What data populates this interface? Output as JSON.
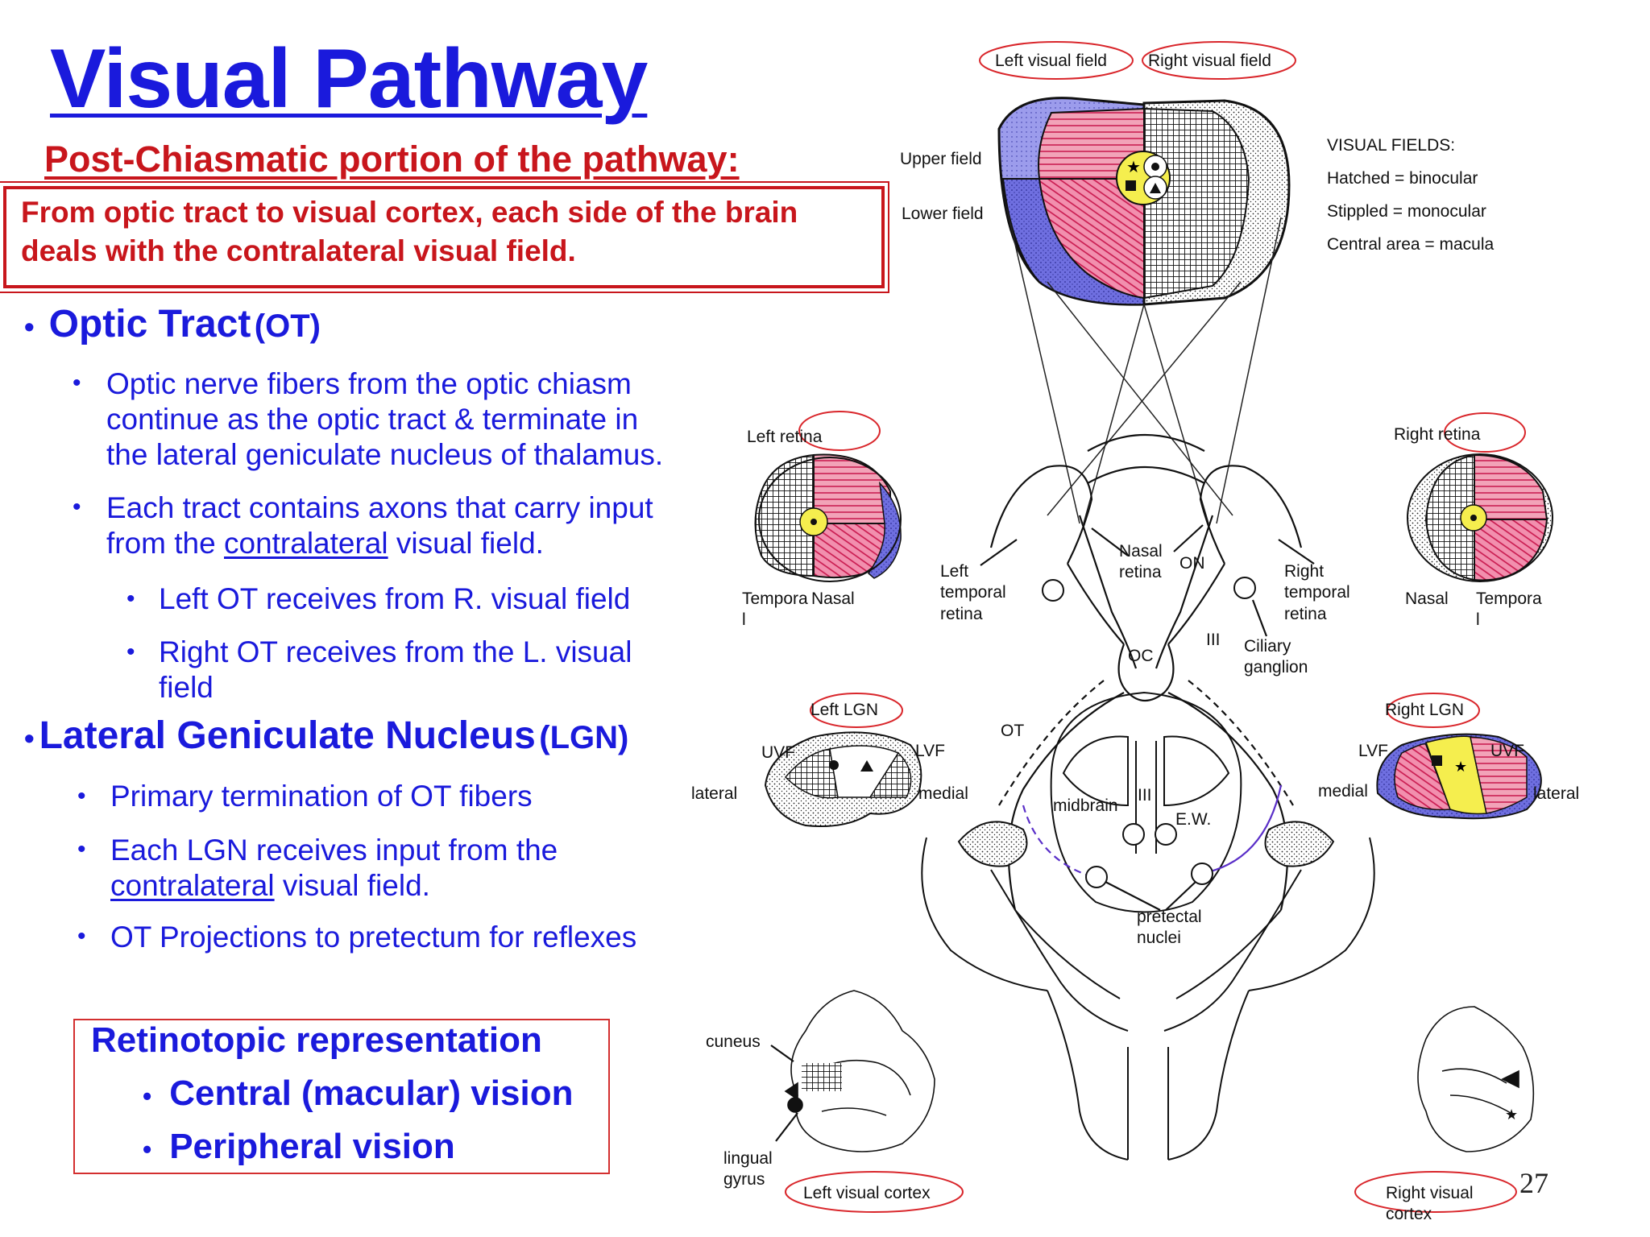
{
  "title": "Visual Pathway",
  "subtitle": "Post-Chiasmatic portion of the pathway:",
  "summary": [
    "From optic tract to visual cortex, each side of the brain",
    "deals with the contralateral visual field."
  ],
  "optic_tract": {
    "heading": "Optic Tract",
    "abbr": "(OT)",
    "items": [
      [
        "Optic nerve fibers from the optic chiasm",
        "continue as the optic tract & terminate in",
        "the lateral geniculate nucleus of thalamus."
      ],
      {
        "before": "Each tract contains axons that carry input",
        "line2_pre": "from the ",
        "underlined": "contralateral",
        "line2_post": " visual field."
      },
      [
        "Left OT receives from R. visual field"
      ],
      [
        "Right OT receives from the L. visual",
        "field"
      ]
    ]
  },
  "lgn": {
    "heading": "Lateral Geniculate Nucleus",
    "abbr": "(LGN)",
    "items": [
      "Primary termination of OT fibers",
      {
        "line1": "Each LGN receives input from the",
        "underlined": "contralateral",
        "line2_post": " visual field."
      },
      "OT Projections to pretectum for reflexes"
    ]
  },
  "retinotopic": {
    "heading": "Retinotopic representation",
    "items": [
      "Central (macular) vision",
      "Peripheral vision"
    ]
  },
  "diagram": {
    "left_visual_field": "Left visual field",
    "right_visual_field": "Right visual field",
    "upper_field": "Upper field",
    "lower_field": "Lower field",
    "legend": [
      "VISUAL FIELDS:",
      "Hatched = binocular",
      "Stippled = monocular",
      "Central area = macula"
    ],
    "left_retina": "Left retina",
    "right_retina": "Right retina",
    "left_temporal_l1": "Tempora",
    "left_temporal_l2": "l",
    "left_nasal": "Nasal",
    "right_nasal": "Nasal",
    "right_temporal_l1": "Tempora",
    "right_temporal_l2": "l",
    "left_temporal_retina": [
      "Left",
      "temporal",
      "retina"
    ],
    "right_temporal_retina": [
      "Right",
      "temporal",
      "retina"
    ],
    "nasal_retina": [
      "Nasal",
      "retina"
    ],
    "on": "ON",
    "oc": "OC",
    "iii_nerve": "III",
    "ciliary_ganglion": [
      "Ciliary",
      "ganglion"
    ],
    "ot": "OT",
    "left_lgn": "Left LGN",
    "right_lgn": "Right LGN",
    "uvf": "UVF",
    "lvf": "LVF",
    "lateral": "lateral",
    "medial": "medial",
    "midbrain": "midbrain",
    "iii_nucleus": "III",
    "ew": "E.W.",
    "pretectal_nuclei": [
      "pretectal",
      "nuclei"
    ],
    "cuneus": "cuneus",
    "lingual_gyrus": [
      "lingual",
      "gyrus"
    ],
    "left_visual_cortex": "Left visual cortex",
    "right_visual_cortex": [
      "Right visual",
      "cortex"
    ]
  },
  "colors": {
    "blue": "#1a1adc",
    "red": "#c8161c",
    "pink": "#e8487c",
    "lavender": "#6f6fe0",
    "yellow": "#f5ee4e"
  },
  "page_number": "27"
}
